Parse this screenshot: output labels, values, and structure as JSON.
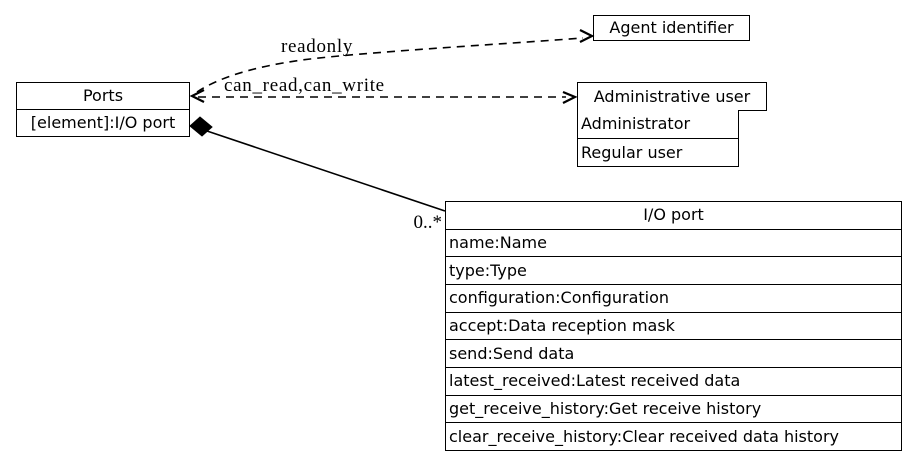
{
  "canvas": {
    "background": "#ffffff",
    "stroke_color": "#000000"
  },
  "nodes": {
    "ports": {
      "title": "Ports",
      "attributes": [
        "[element]:I/O port"
      ]
    },
    "agent_identifier": {
      "title": "Agent identifier"
    },
    "administrative_user": {
      "title": "Administrative user",
      "attributes": [
        "Administrator",
        "Regular user"
      ]
    },
    "io_port": {
      "title": "I/O port",
      "attributes": [
        "name:Name",
        "type:Type",
        "configuration:Configuration",
        "accept:Data reception mask",
        "send:Send data",
        "latest_received:Latest received data",
        "get_receive_history:Get receive history",
        "clear_receive_history:Clear received data history"
      ]
    }
  },
  "edges": {
    "readonly": {
      "label": "readonly",
      "style": "dashed",
      "from": "Ports",
      "to": "Agent identifier"
    },
    "can_read_can_write": {
      "label": "can_read,can_write",
      "style": "dashed",
      "from": "Ports",
      "to": "Administrative user"
    },
    "composition": {
      "multiplicity": "0..*",
      "style": "solid-diamond",
      "from": "Ports",
      "to": "I/O port"
    }
  }
}
